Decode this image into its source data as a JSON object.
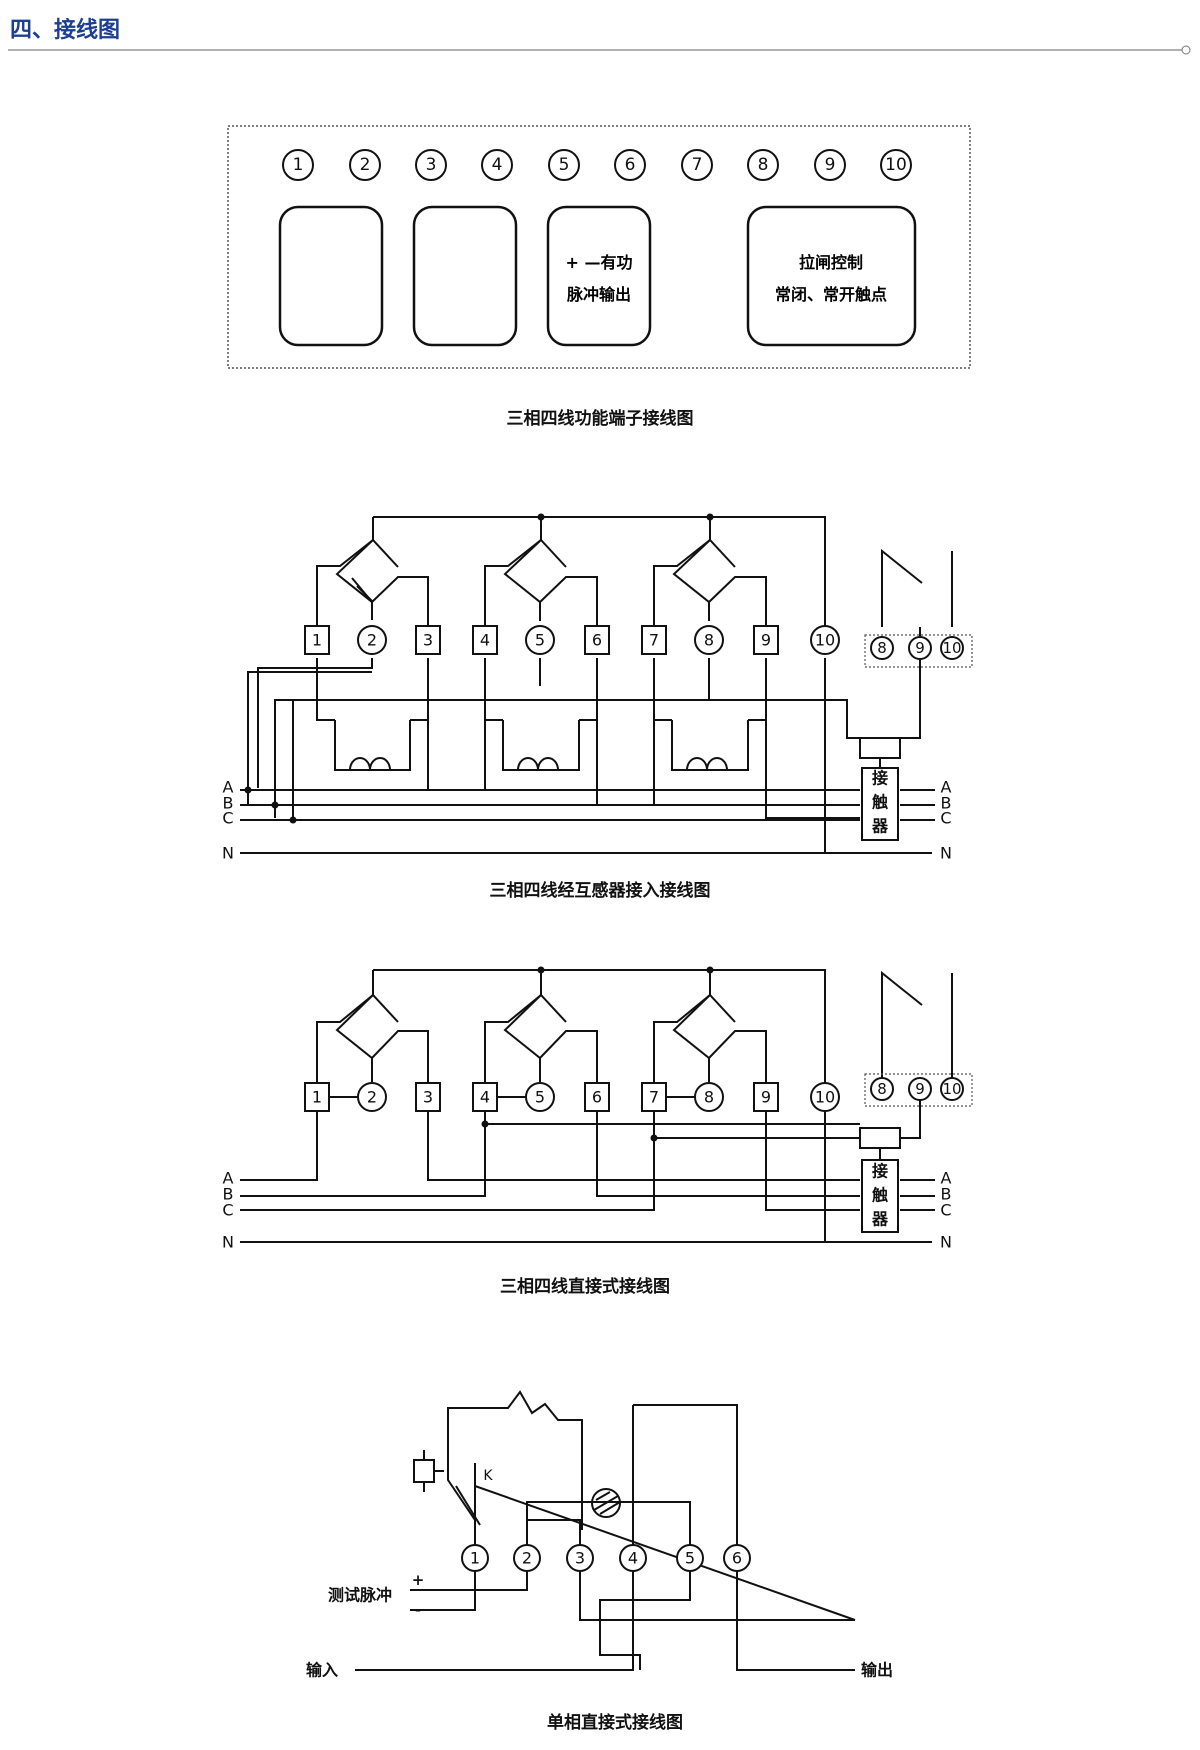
{
  "header": {
    "title": "四、接线图"
  },
  "terminal_panel": {
    "numbers": [
      "1",
      "2",
      "3",
      "4",
      "5",
      "6",
      "7",
      "8",
      "9",
      "10"
    ],
    "pulse_line1": "+ —有功",
    "pulse_line2": "脉冲输出",
    "control_line1": "拉闸控制",
    "control_line2": "常闭、常开触点",
    "caption": "三相四线功能端子接线图"
  },
  "ct_diagram": {
    "terminals": [
      "1",
      "2",
      "3",
      "4",
      "5",
      "6",
      "7",
      "8",
      "9",
      "10"
    ],
    "aux_terminals": [
      "8",
      "9",
      "10"
    ],
    "lines_left": [
      "A",
      "B",
      "C",
      "N"
    ],
    "lines_right": [
      "A",
      "B",
      "C",
      "N"
    ],
    "contactor_chars": [
      "接",
      "触",
      "器"
    ],
    "caption": "三相四线经互感器接入接线图"
  },
  "direct_diagram": {
    "terminals": [
      "1",
      "2",
      "3",
      "4",
      "5",
      "6",
      "7",
      "8",
      "9",
      "10"
    ],
    "aux_terminals": [
      "8",
      "9",
      "10"
    ],
    "lines_left": [
      "A",
      "B",
      "C",
      "N"
    ],
    "lines_right": [
      "A",
      "B",
      "C",
      "N"
    ],
    "contactor_chars": [
      "接",
      "触",
      "器"
    ],
    "caption": "三相四线直接式接线图"
  },
  "single_phase": {
    "terminals": [
      "1",
      "2",
      "3",
      "4",
      "5",
      "6"
    ],
    "k_label": "K",
    "test_pulse": "测试脉冲",
    "plus": "+",
    "minus": "-",
    "input": "输入",
    "output": "输出",
    "caption": "单相直接式接线图"
  }
}
